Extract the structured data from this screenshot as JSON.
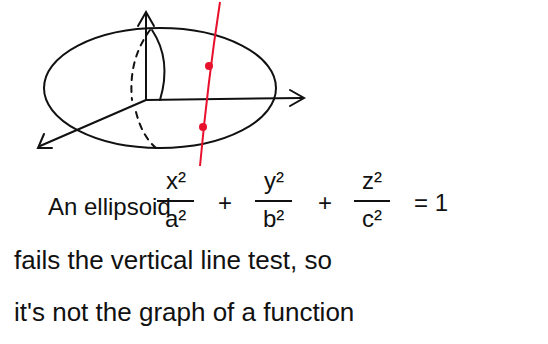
{
  "diagram": {
    "labels": [
      "An ellipsoid",
      "x²",
      "a²",
      "+",
      "y²",
      "b²",
      "+",
      "z²",
      "c²",
      "= 1",
      "fails the vertical line test, so",
      "it's not the graph of a function"
    ]
  }
}
